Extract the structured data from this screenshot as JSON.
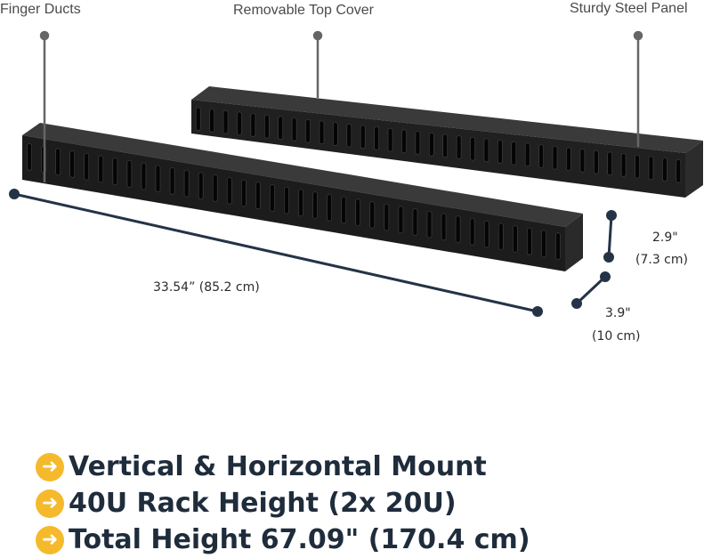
{
  "callouts": {
    "finger_ducts": "Finger Ducts",
    "top_cover": "Removable Top Cover",
    "steel_panel": "Sturdy Steel Panel"
  },
  "dimensions": {
    "length": "33.54” (85.2 cm)",
    "height_in": "2.9\"",
    "height_cm": "(7.3 cm)",
    "width_in": "3.9\"",
    "width_cm": "(10 cm)"
  },
  "features": [
    {
      "icon": "arrow-right-circle-icon",
      "text": "Vertical & Horizontal Mount"
    },
    {
      "icon": "arrow-right-circle-icon",
      "text": "40U Rack Height (2x 20U)"
    },
    {
      "icon": "arrow-right-circle-icon",
      "text": "Total Height 67.09\" (170.4 cm)"
    }
  ],
  "colors": {
    "accent": "#f5b92c",
    "text": "#1f2c3b",
    "dimension_line": "#253347",
    "product": "#1c1c1c"
  }
}
